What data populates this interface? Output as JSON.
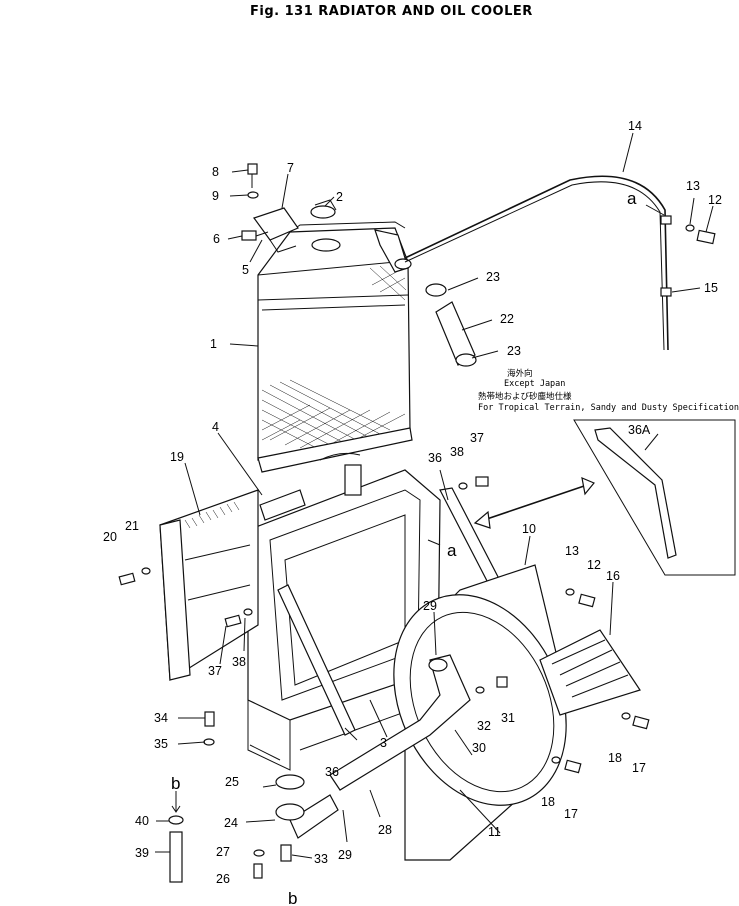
{
  "title": "Fig. 131   RADIATOR AND OIL COOLER",
  "notes": {
    "jp1": "海外向",
    "en1": "Except Japan",
    "jp2": "熱帯地および砂塵地仕様",
    "en2": "For Tropical Terrain, Sandy and Dusty Specification"
  },
  "refs": {
    "a": "a",
    "b": "b"
  },
  "callouts": {
    "c1": "1",
    "c2": "2",
    "c3": "3",
    "c4": "4",
    "c5": "5",
    "c6": "6",
    "c7": "7",
    "c8": "8",
    "c9": "9",
    "c10": "10",
    "c11": "11",
    "c12": "12",
    "c13": "13",
    "c14": "14",
    "c15": "15",
    "c16": "16",
    "c17": "17",
    "c18": "18",
    "c19": "19",
    "c20": "20",
    "c21": "21",
    "c22": "22",
    "c23": "23",
    "c24": "24",
    "c25": "25",
    "c26": "26",
    "c27": "27",
    "c28": "28",
    "c29": "29",
    "c30": "30",
    "c31": "31",
    "c32": "32",
    "c33": "33",
    "c34": "34",
    "c35": "35",
    "c36": "36",
    "c37": "37",
    "c38": "38",
    "c39": "39",
    "c40": "40",
    "c36A": "36A"
  }
}
